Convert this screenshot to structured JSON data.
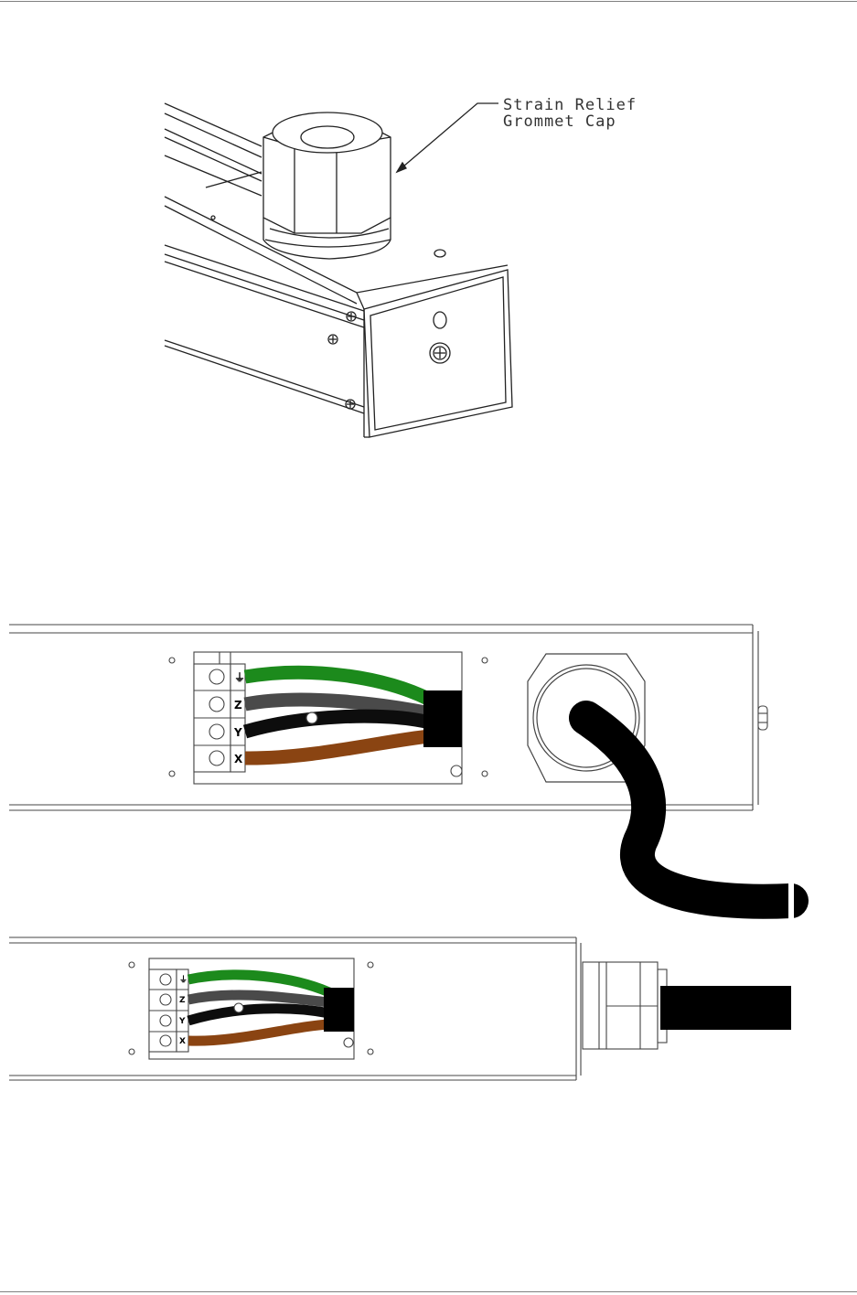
{
  "callout": {
    "line1": "Strain Relief",
    "line2": "Grommet Cap"
  },
  "terminals": {
    "t1": "⏚",
    "t2": "Z",
    "t3": "Y",
    "t4": "X"
  },
  "colors": {
    "ground_wire": "#1c8a1c",
    "z_wire": "#4a4a4a",
    "y_wire": "#0d0d0d",
    "x_wire": "#8a4412",
    "cable": "#000000",
    "outline": "#222222"
  }
}
